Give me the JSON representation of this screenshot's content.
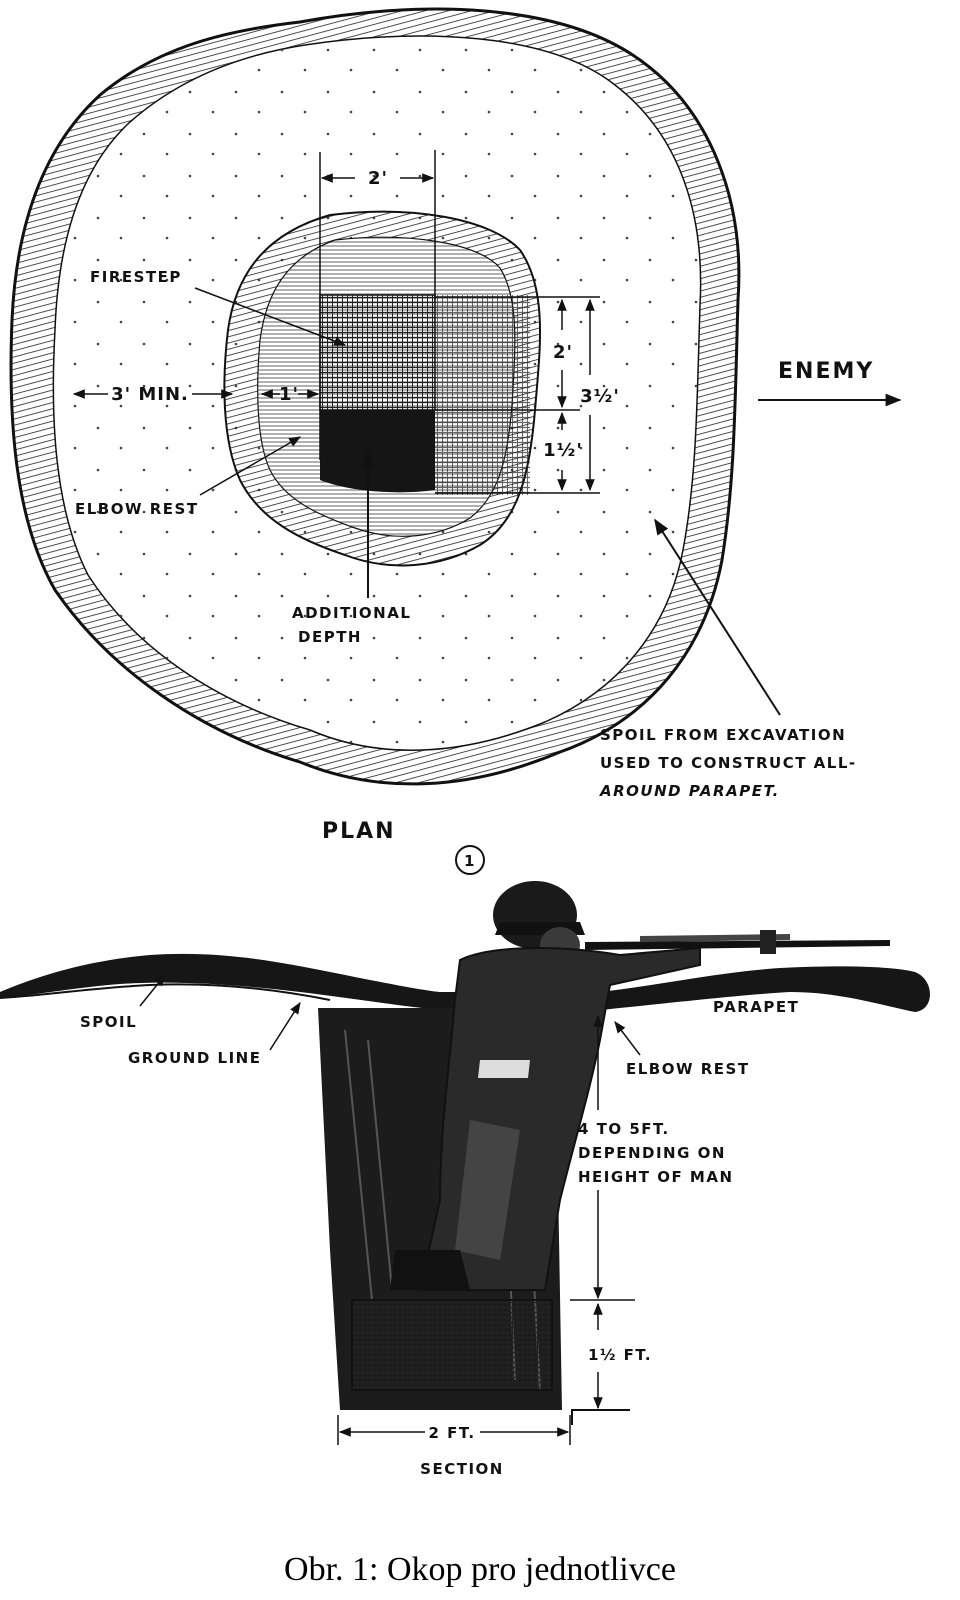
{
  "plan": {
    "width_label": "2'",
    "firestep_label": "FIRESTEP",
    "min_label": "3' MIN.",
    "one_foot_label": "1'",
    "two_label": "2'",
    "three_half_label": "3½'",
    "one_half_label": "1½'",
    "elbow_rest_label": "ELBOW REST",
    "additional_depth_line1": "ADDITIONAL",
    "additional_depth_line2": "DEPTH",
    "enemy_label": "ENEMY",
    "spoil_line1": "SPOIL FROM EXCAVATION",
    "spoil_line2": "USED TO CONSTRUCT ALL-",
    "spoil_line3": "AROUND PARAPET.",
    "plan_label": "PLAN",
    "figure_number": "1"
  },
  "section": {
    "spoil_label": "SPOIL",
    "ground_line_label": "GROUND LINE",
    "parapet_label": "PARAPET",
    "elbow_rest_label": "ELBOW REST",
    "depth_line1": "4 TO 5FT.",
    "depth_line2": "DEPENDING ON",
    "depth_line3": "HEIGHT OF MAN",
    "step_height_label": "1½ FT.",
    "width_label": "2 FT.",
    "section_label": "SECTION"
  },
  "caption": "Obr. 1: Okop pro jednotlivce"
}
